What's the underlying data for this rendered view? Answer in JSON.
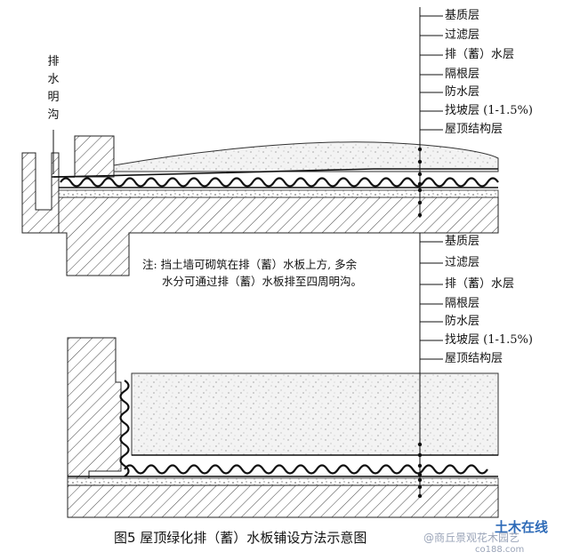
{
  "top_layers": [
    "基质层",
    "过滤层",
    "排（蓄）水层",
    "隔根层",
    "防水层",
    "找坡层 (1-1.5%)",
    "屋顶结构层"
  ],
  "bottom_layers": [
    "基质层",
    "过滤层",
    "排（蓄）水层",
    "隔根层",
    "防水层",
    "找坡层 (1-1.5%)",
    "屋顶结构层"
  ],
  "ditch_label": [
    "排",
    "水",
    "明",
    "沟"
  ],
  "note": {
    "line1": "注: 挡土墙可砌筑在排（蓄）水板上方, 多余",
    "line2": "水分可通过排（蓄）水板排至四周明沟。"
  },
  "caption": "图5    屋顶绿化排（蓄）水板铺设方法示意图",
  "watermark": {
    "text": "@商丘景观花木园艺",
    "logo": "土木在线",
    "site": "co188.com"
  }
}
